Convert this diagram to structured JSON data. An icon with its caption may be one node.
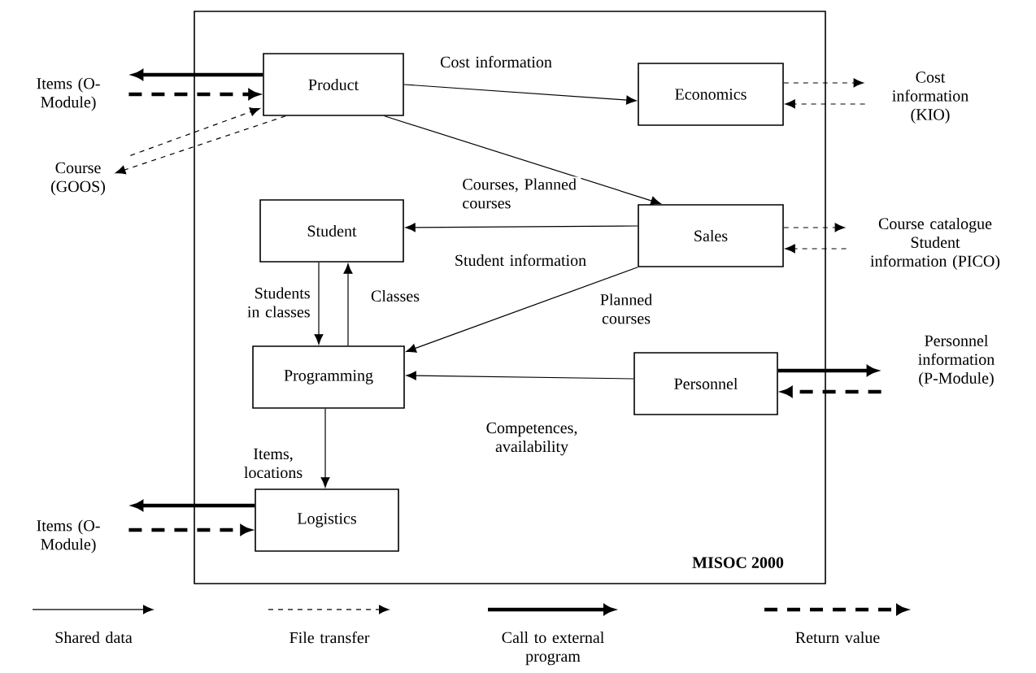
{
  "diagram": {
    "nodes": [
      {
        "text": [
          "MISOC 2000"
        ]
      },
      {
        "text": [
          "Product"
        ],
        "in": 0
      },
      {
        "text": [
          "Economics"
        ],
        "in": 0
      },
      {
        "text": [
          "Student"
        ],
        "in": 0
      },
      {
        "text": [
          "Sales"
        ],
        "in": 0
      },
      {
        "text": [
          "Programming"
        ],
        "in": 0
      },
      {
        "text": [
          "Personnel"
        ],
        "in": 0
      },
      {
        "text": [
          "Logistics"
        ],
        "in": 0
      },
      {
        "text": [
          "Items (O-Module)"
        ]
      },
      {
        "text": [
          "Course (GOOS)"
        ]
      },
      {
        "text": [
          "Cost information (KIO)"
        ]
      },
      {
        "text": [
          "Course catalogue Student information (PICO)"
        ]
      },
      {
        "text": [
          "Personnel information (P-Module)"
        ]
      },
      {
        "text": [
          "Items (O-Module)"
        ]
      }
    ],
    "edges": [
      {
        "from": 1,
        "to": 2,
        "arrow": "to",
        "label": "Cost information"
      },
      {
        "from": 1,
        "to": 4,
        "arrow": "to",
        "label": "Courses, Planned courses"
      },
      {
        "from": 4,
        "to": 3,
        "arrow": "to",
        "label": "Student information"
      },
      {
        "from": 4,
        "to": 5,
        "arrow": "to",
        "label": "Planned courses"
      },
      {
        "from": 3,
        "to": 5,
        "arrow": "to",
        "label": "Students in classes"
      },
      {
        "from": 5,
        "to": 3,
        "arrow": "to",
        "label": "Classes"
      },
      {
        "from": 6,
        "to": 5,
        "arrow": "to",
        "label": "Competences, availability"
      },
      {
        "from": 5,
        "to": 7,
        "arrow": "to",
        "label": "Items, locations"
      },
      {
        "from": 1,
        "to": 8,
        "arrow": "to",
        "style": "thick"
      },
      {
        "from": 8,
        "to": 1,
        "arrow": "to",
        "style": "dashed"
      },
      {
        "from": 1,
        "to": 9,
        "arrow": "to",
        "style": "dashed"
      },
      {
        "from": 9,
        "to": 1,
        "arrow": "to",
        "style": "dashed"
      },
      {
        "from": 2,
        "to": 10,
        "arrow": "to",
        "style": "dashed"
      },
      {
        "from": 10,
        "to": 2,
        "arrow": "to",
        "style": "dashed"
      },
      {
        "from": 4,
        "to": 11,
        "arrow": "to",
        "style": "dashed"
      },
      {
        "from": 11,
        "to": 4,
        "arrow": "to",
        "style": "dashed"
      },
      {
        "from": 6,
        "to": 12,
        "arrow": "to",
        "style": "thick"
      },
      {
        "from": 12,
        "to": 6,
        "arrow": "to",
        "style": "dashed"
      },
      {
        "from": 7,
        "to": 13,
        "arrow": "to",
        "style": "thick"
      },
      {
        "from": 13,
        "to": 7,
        "arrow": "to",
        "style": "dashed"
      }
    ],
    "legend": [
      {
        "text": "Shared data"
      },
      {
        "text": "File transfer"
      },
      {
        "text": "Call to external program"
      },
      {
        "text": "Return value"
      }
    ]
  }
}
